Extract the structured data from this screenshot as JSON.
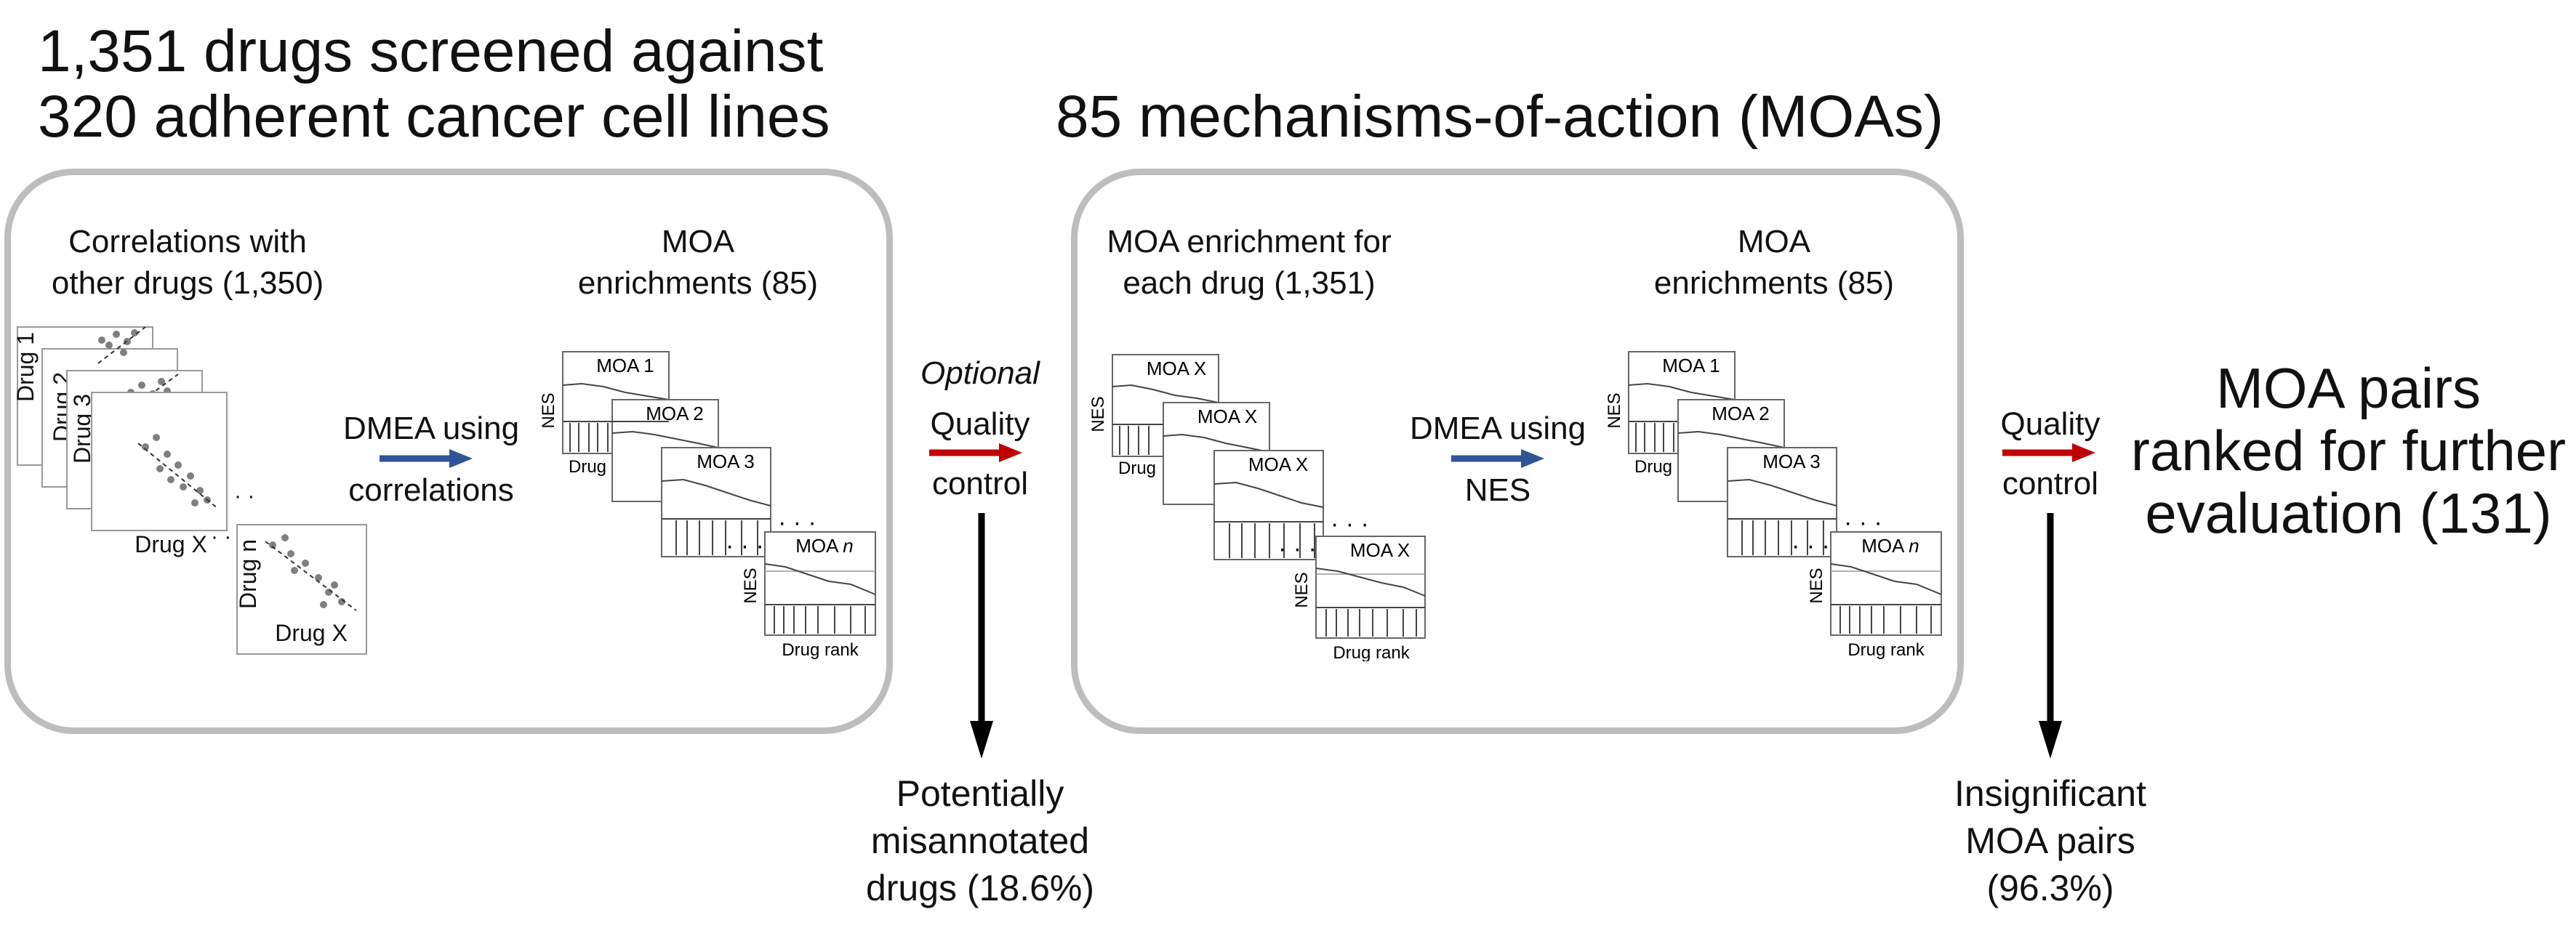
{
  "title_left": [
    "1,351 drugs screened against",
    "320 adherent cancer cell lines"
  ],
  "title_middle": "85 mechanisms-of-action (MOAs)",
  "panel1": {
    "header_left": [
      "Correlations with",
      "other drugs (1,350)"
    ],
    "header_right": [
      "MOA",
      "enrichments (85)"
    ],
    "drug_labels": [
      "Drug 1",
      "Drug 2",
      "Drug 3",
      "Drug n"
    ],
    "x_label": "Drug X",
    "arrow_label": [
      "DMEA using",
      "correlations"
    ],
    "moa_labels": [
      "MOA 1",
      "MOA 2",
      "MOA 3",
      "MOA n"
    ],
    "nes": "NES",
    "drug": "Drug",
    "drug_rank": "Drug rank"
  },
  "qc1": {
    "optional": "Optional",
    "label": [
      "Quality",
      "control"
    ]
  },
  "panel2": {
    "header_left": [
      "MOA enrichment for",
      "each drug (1,351)"
    ],
    "header_right": [
      "MOA",
      "enrichments (85)"
    ],
    "moa_x": "MOA X",
    "arrow_label": [
      "DMEA using",
      "NES"
    ],
    "moa_labels": [
      "MOA 1",
      "MOA 2",
      "MOA 3",
      "MOA n"
    ],
    "nes": "NES",
    "drug": "Drug",
    "drug_rank": "Drug rank"
  },
  "qc2": {
    "label": [
      "Quality",
      "control"
    ]
  },
  "output": [
    "MOA pairs",
    "ranked for further",
    "evaluation (131)"
  ],
  "bottom_left": [
    "Potentially",
    "misannotated",
    "drugs (18.6%)"
  ],
  "bottom_right": [
    "Insignificant",
    "MOA pairs",
    "(96.3%)"
  ],
  "colors": {
    "blue_arrow": "#2f5597",
    "red_arrow": "#c00000",
    "box_border": "#bdbdbd",
    "dots": "#7f7f7f"
  }
}
